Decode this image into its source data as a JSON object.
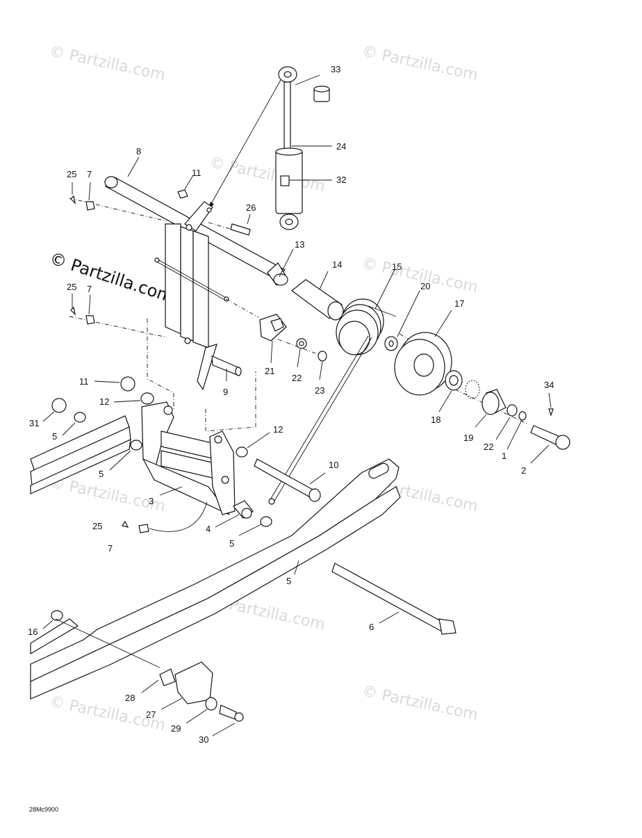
{
  "diagram": {
    "watermarks": [
      "© Partzilla.com",
      "© Partzilla.com",
      "© Partzilla.com",
      "© Partzilla.com",
      "© Partzilla.com",
      "© Partzilla.com",
      "© Partzilla.com",
      "© Partzilla.com",
      "© Partzilla.com"
    ],
    "main_watermark": "© Partzilla.com",
    "figure_code": "28Mc9900",
    "callouts": [
      "33",
      "24",
      "32",
      "8",
      "25",
      "7",
      "11",
      "26",
      "13",
      "14",
      "15",
      "20",
      "17",
      "25",
      "7",
      "21",
      "22",
      "23",
      "9",
      "11",
      "12",
      "31",
      "5",
      "12",
      "34",
      "18",
      "19",
      "22",
      "1",
      "2",
      "10",
      "5",
      "3",
      "4",
      "25",
      "7",
      "5",
      "5",
      "6",
      "16",
      "28",
      "27",
      "29",
      "30"
    ]
  }
}
